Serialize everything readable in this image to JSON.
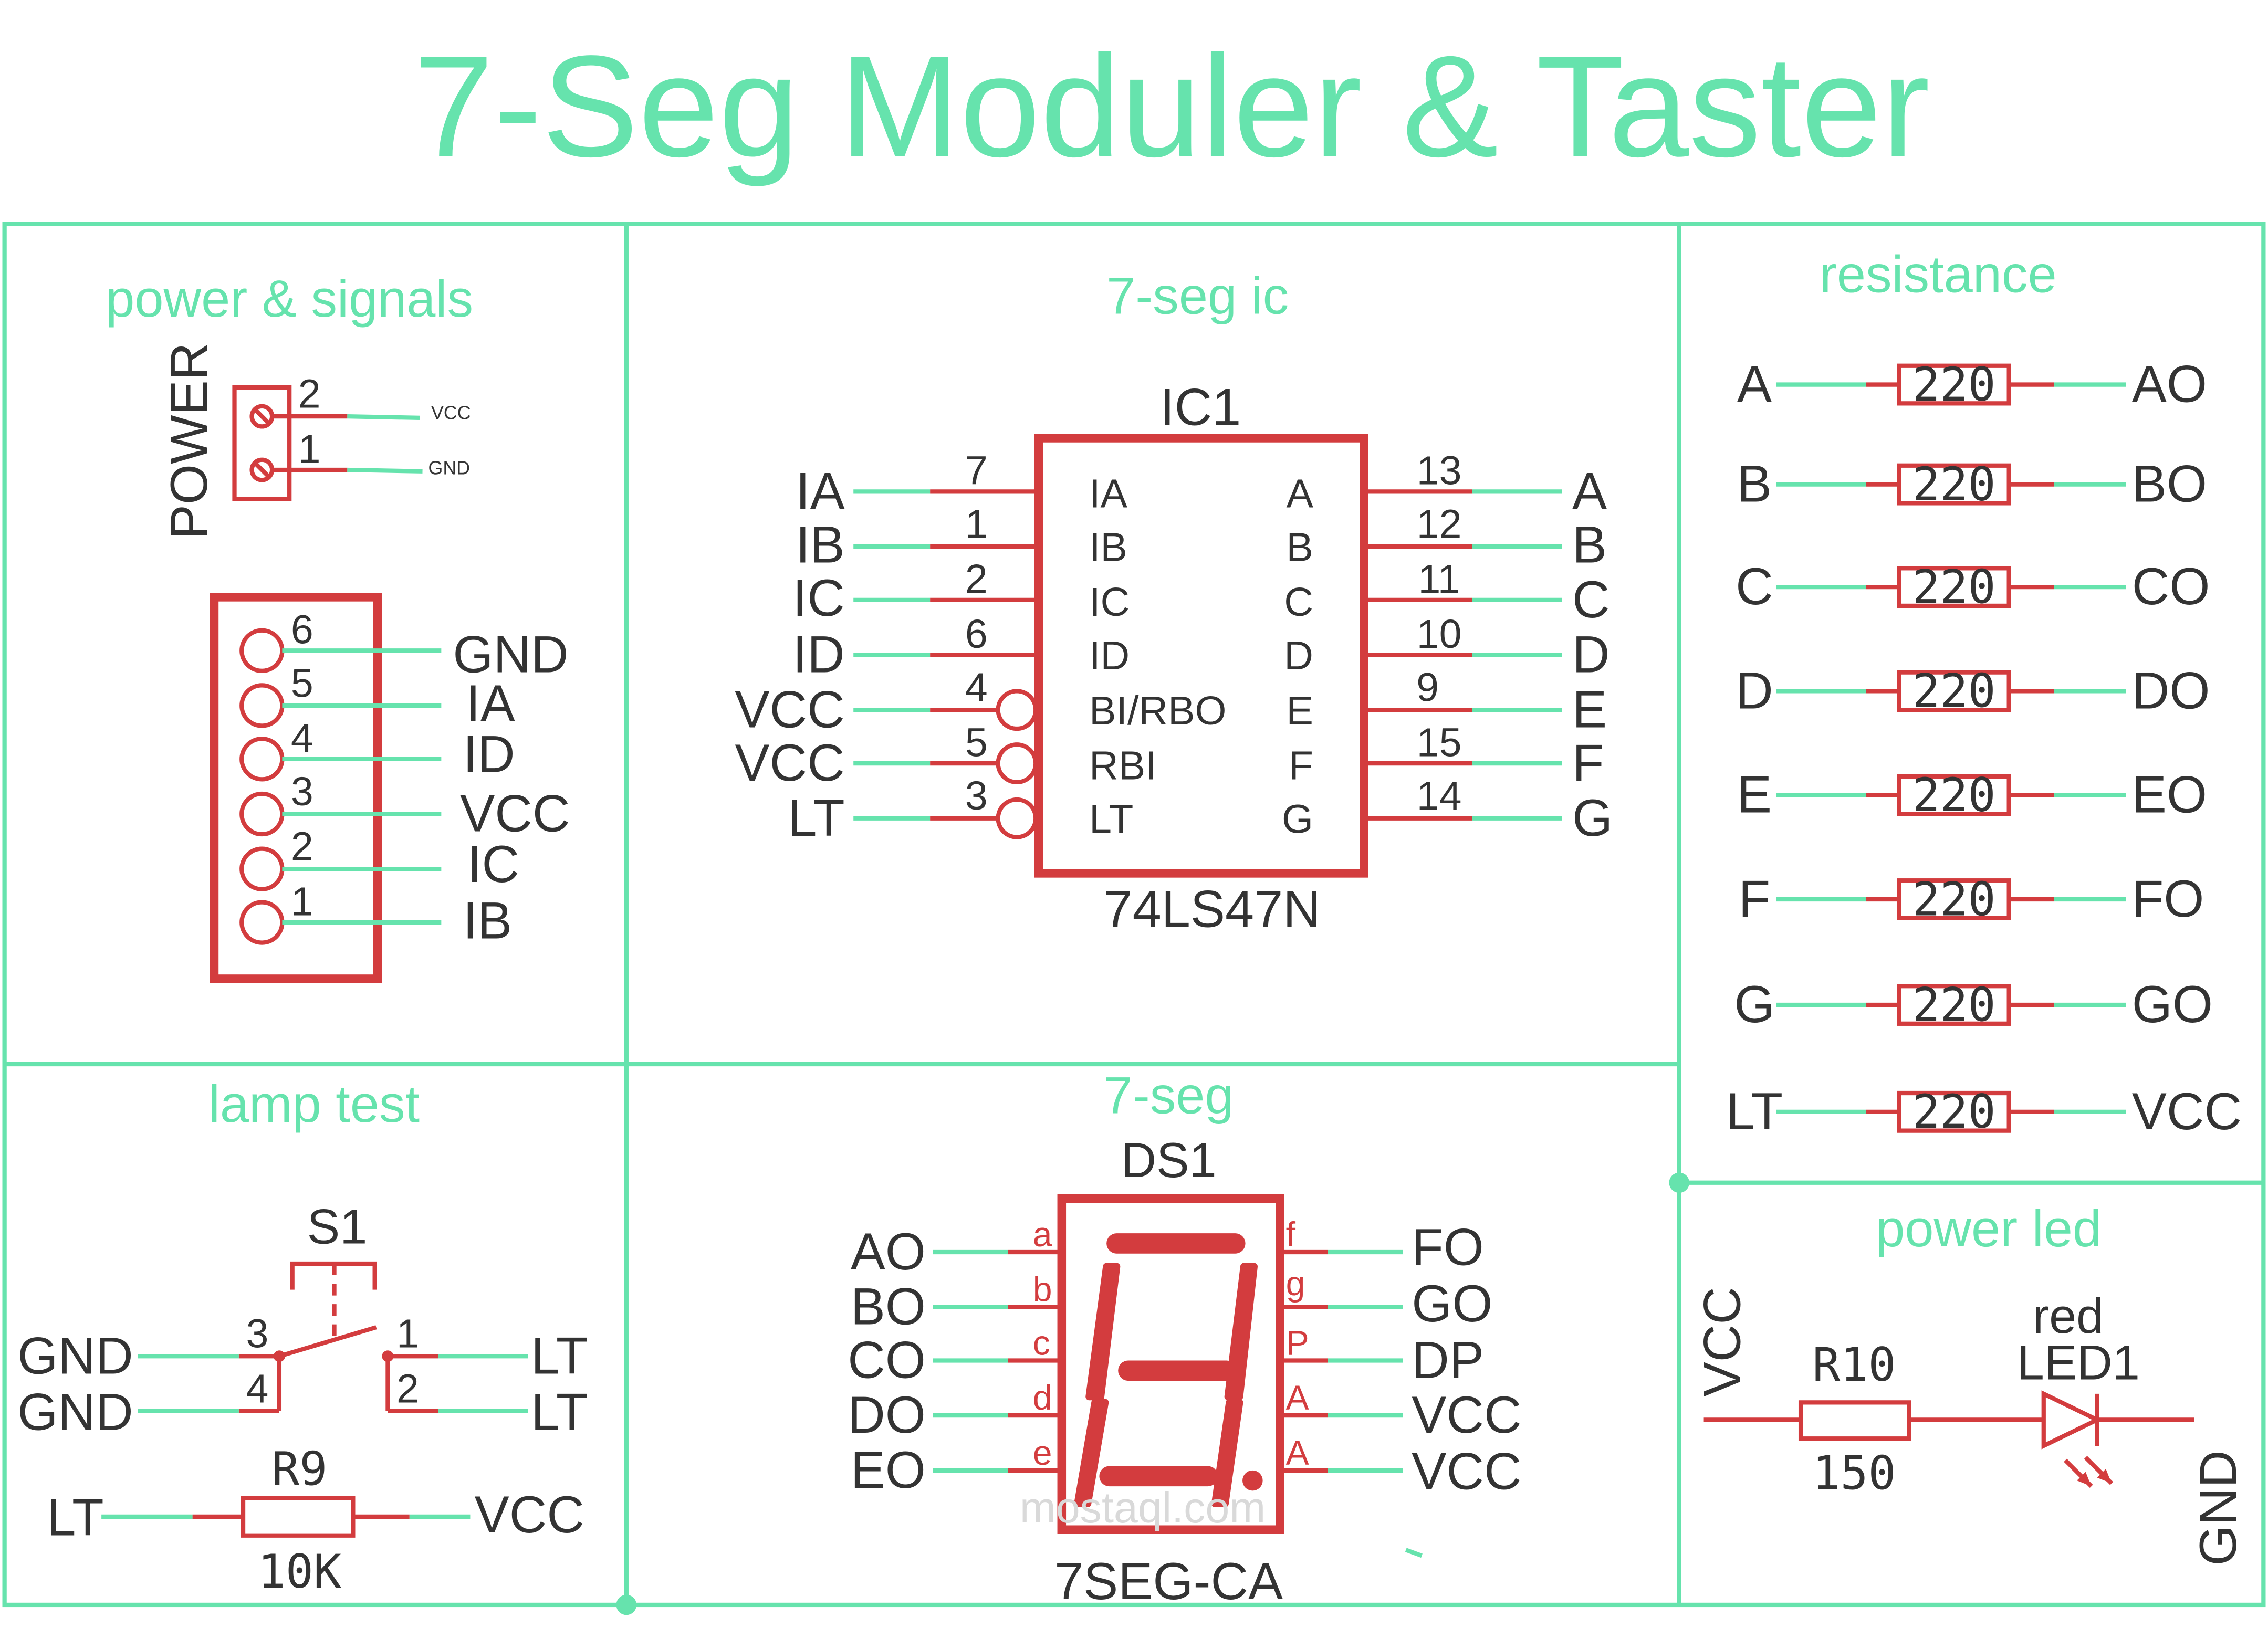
{
  "title": "7-Seg Moduler & Taster",
  "colors": {
    "accent": "#66e3ad",
    "component": "#d33c3e",
    "text": "#333333"
  },
  "power_signals": {
    "title": "power & signals",
    "power": {
      "name": "POWER",
      "pins": [
        {
          "num": "2",
          "net": "VCC"
        },
        {
          "num": "1",
          "net": "GND"
        }
      ]
    },
    "header": {
      "pins": [
        {
          "num": "6",
          "net": "GND"
        },
        {
          "num": "5",
          "net": "IA"
        },
        {
          "num": "4",
          "net": "ID"
        },
        {
          "num": "3",
          "net": "VCC"
        },
        {
          "num": "2",
          "net": "IC"
        },
        {
          "num": "1",
          "net": "IB"
        }
      ]
    }
  },
  "ic": {
    "title": "7-seg ic",
    "name": "IC1",
    "part": "74LS47N",
    "left": [
      {
        "net": "IA",
        "num": "7",
        "pin": "IA"
      },
      {
        "net": "IB",
        "num": "1",
        "pin": "IB"
      },
      {
        "net": "IC",
        "num": "2",
        "pin": "IC"
      },
      {
        "net": "ID",
        "num": "6",
        "pin": "ID"
      },
      {
        "net": "VCC",
        "num": "4",
        "pin": "BI/RBO"
      },
      {
        "net": "VCC",
        "num": "5",
        "pin": "RBI"
      },
      {
        "net": "LT",
        "num": "3",
        "pin": "LT"
      }
    ],
    "right": [
      {
        "pin": "A",
        "num": "13",
        "net": "A"
      },
      {
        "pin": "B",
        "num": "12",
        "net": "B"
      },
      {
        "pin": "C",
        "num": "11",
        "net": "C"
      },
      {
        "pin": "D",
        "num": "10",
        "net": "D"
      },
      {
        "pin": "E",
        "num": "9",
        "net": "E"
      },
      {
        "pin": "F",
        "num": "15",
        "net": "F"
      },
      {
        "pin": "G",
        "num": "14",
        "net": "G"
      }
    ]
  },
  "resistance": {
    "title": "resistance",
    "rows": [
      {
        "in": "A",
        "value": "220",
        "out": "AO"
      },
      {
        "in": "B",
        "value": "220",
        "out": "BO"
      },
      {
        "in": "C",
        "value": "220",
        "out": "CO"
      },
      {
        "in": "D",
        "value": "220",
        "out": "DO"
      },
      {
        "in": "E",
        "value": "220",
        "out": "EO"
      },
      {
        "in": "F",
        "value": "220",
        "out": "FO"
      },
      {
        "in": "G",
        "value": "220",
        "out": "GO"
      },
      {
        "in": "LT",
        "value": "220",
        "out": "VCC"
      }
    ]
  },
  "lamp_test": {
    "title": "lamp test",
    "switch": {
      "name": "S1",
      "pins": [
        "3",
        "4",
        "1",
        "2"
      ],
      "left_nets": [
        "GND",
        "GND"
      ],
      "right_nets": [
        "LT",
        "LT"
      ]
    },
    "resistor": {
      "name": "R9",
      "value": "10K",
      "left": "LT",
      "right": "VCC"
    }
  },
  "seven_seg": {
    "title": "7-seg",
    "name": "DS1",
    "part": "7SEG-CA",
    "left": [
      {
        "net": "AO",
        "pin": "a"
      },
      {
        "net": "BO",
        "pin": "b"
      },
      {
        "net": "CO",
        "pin": "c"
      },
      {
        "net": "DO",
        "pin": "d"
      },
      {
        "net": "EO",
        "pin": "e"
      }
    ],
    "right": [
      {
        "pin": "f",
        "net": "FO"
      },
      {
        "pin": "g",
        "net": "GO"
      },
      {
        "pin": "P",
        "net": "DP"
      },
      {
        "pin": "A",
        "net": "VCC"
      },
      {
        "pin": "A",
        "net": "VCC"
      }
    ]
  },
  "power_led": {
    "title": "power led",
    "left_net": "VCC",
    "right_net": "GND",
    "resistor": {
      "name": "R10",
      "value": "150"
    },
    "led": {
      "color": "red",
      "name": "LED1"
    }
  },
  "watermark": "mostaql.com"
}
